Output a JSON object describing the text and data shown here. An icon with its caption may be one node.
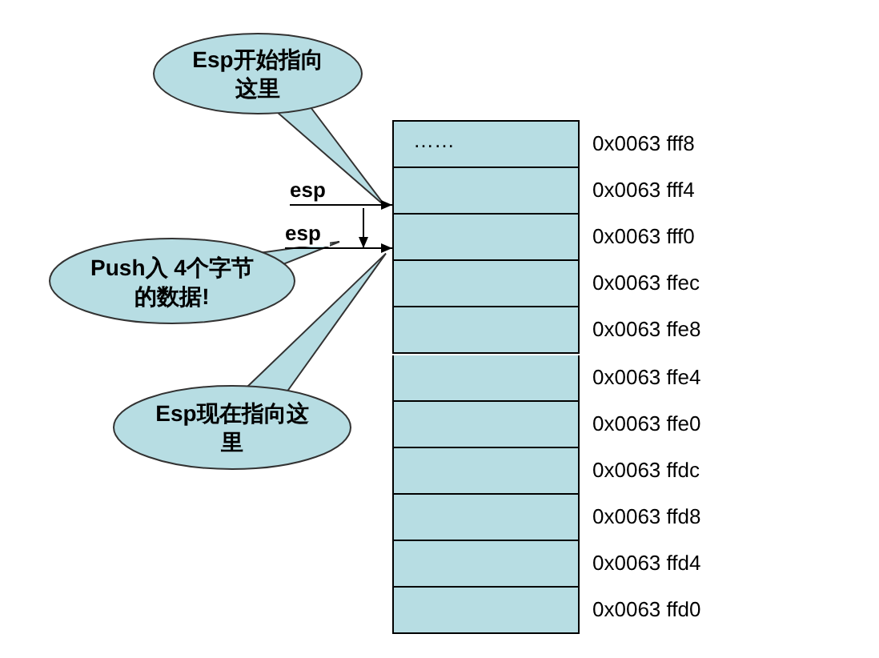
{
  "diagram": {
    "nodes": [
      {
        "text": [
          "Esp开始指向这里"
        ]
      },
      {
        "text": [
          "esp"
        ]
      },
      {
        "text": [
          "Push入 4个字节的数据!"
        ]
      },
      {
        "text": [
          "esp"
        ]
      },
      {
        "text": [
          "Esp现在指向这里"
        ]
      },
      {
        "text": [
          "……"
        ],
        "beside": [
          "0x0063 fff8"
        ]
      },
      {
        "text": [],
        "shape": "box",
        "beside": [
          "0x0063 fff4"
        ]
      },
      {
        "text": [],
        "shape": "box",
        "beside": [
          "0x0063 fff0"
        ]
      },
      {
        "text": [],
        "shape": "box",
        "beside": [
          "0x0063 ffec"
        ]
      },
      {
        "text": [],
        "shape": "box",
        "beside": [
          "0x0063 ffe8"
        ]
      },
      {
        "text": [],
        "shape": "box",
        "beside": [
          "0x0063 ffe4"
        ]
      },
      {
        "text": [],
        "shape": "box",
        "beside": [
          "0x0063 ffe0"
        ]
      },
      {
        "text": [],
        "shape": "box",
        "beside": [
          "0x0063 ffdc"
        ]
      },
      {
        "text": [],
        "shape": "box",
        "beside": [
          "0x0063 ffd8"
        ]
      },
      {
        "text": [],
        "shape": "box",
        "beside": [
          "0x0063 ffd4"
        ]
      },
      {
        "text": [],
        "shape": "box",
        "beside": [
          "0x0063 ffd0"
        ]
      }
    ],
    "edges": [
      {
        "from": 1,
        "to": 6,
        "arrow": "to"
      },
      {
        "from": 3,
        "to": 7,
        "arrow": "to"
      },
      {
        "from": 0,
        "to": 6,
        "arrow": "none"
      },
      {
        "from": 2,
        "to": 3,
        "arrow": "none"
      },
      {
        "from": 4,
        "to": 7,
        "arrow": "none"
      }
    ]
  }
}
